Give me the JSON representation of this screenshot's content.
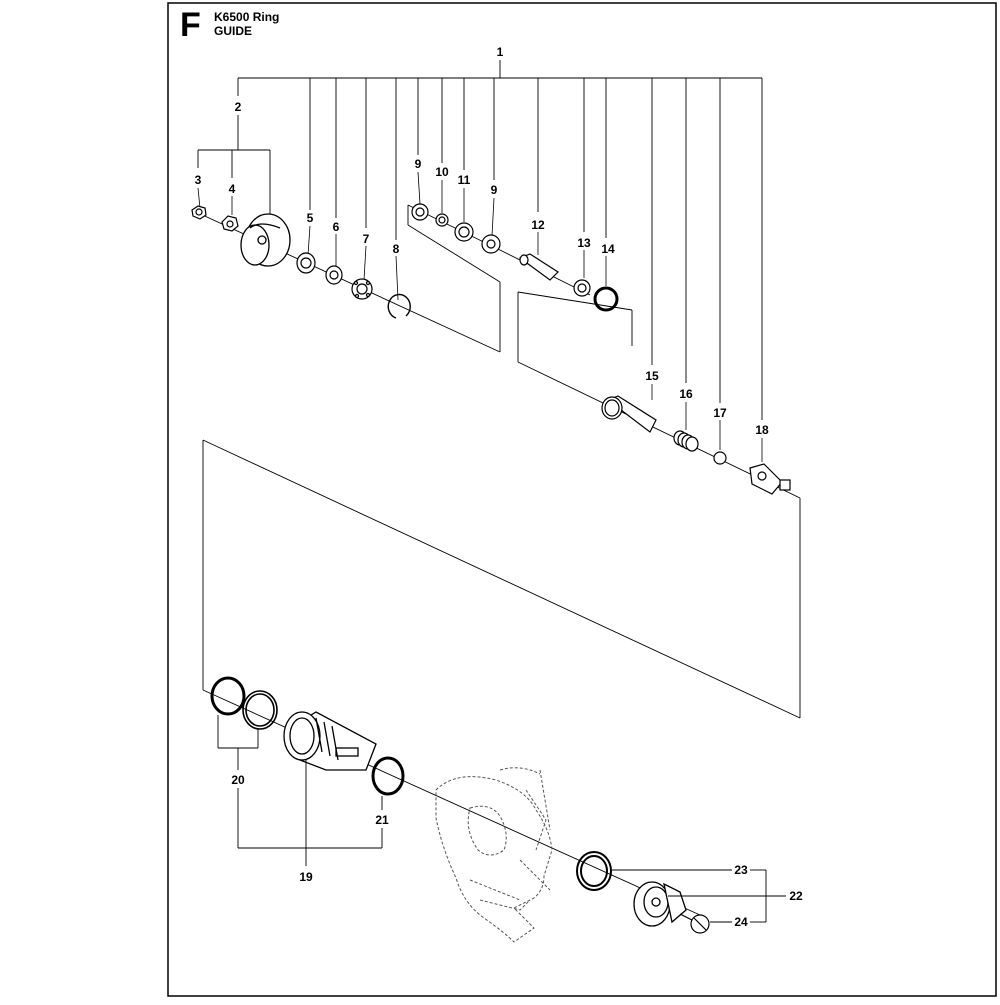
{
  "header": {
    "letter": "F",
    "line1": "K6500 Ring",
    "line2": "GUIDE"
  },
  "callouts": [
    "1",
    "2",
    "3",
    "4",
    "5",
    "6",
    "7",
    "8",
    "9",
    "10",
    "11",
    "9",
    "12",
    "13",
    "14",
    "15",
    "16",
    "17",
    "18",
    "19",
    "20",
    "21",
    "22",
    "23",
    "24"
  ]
}
